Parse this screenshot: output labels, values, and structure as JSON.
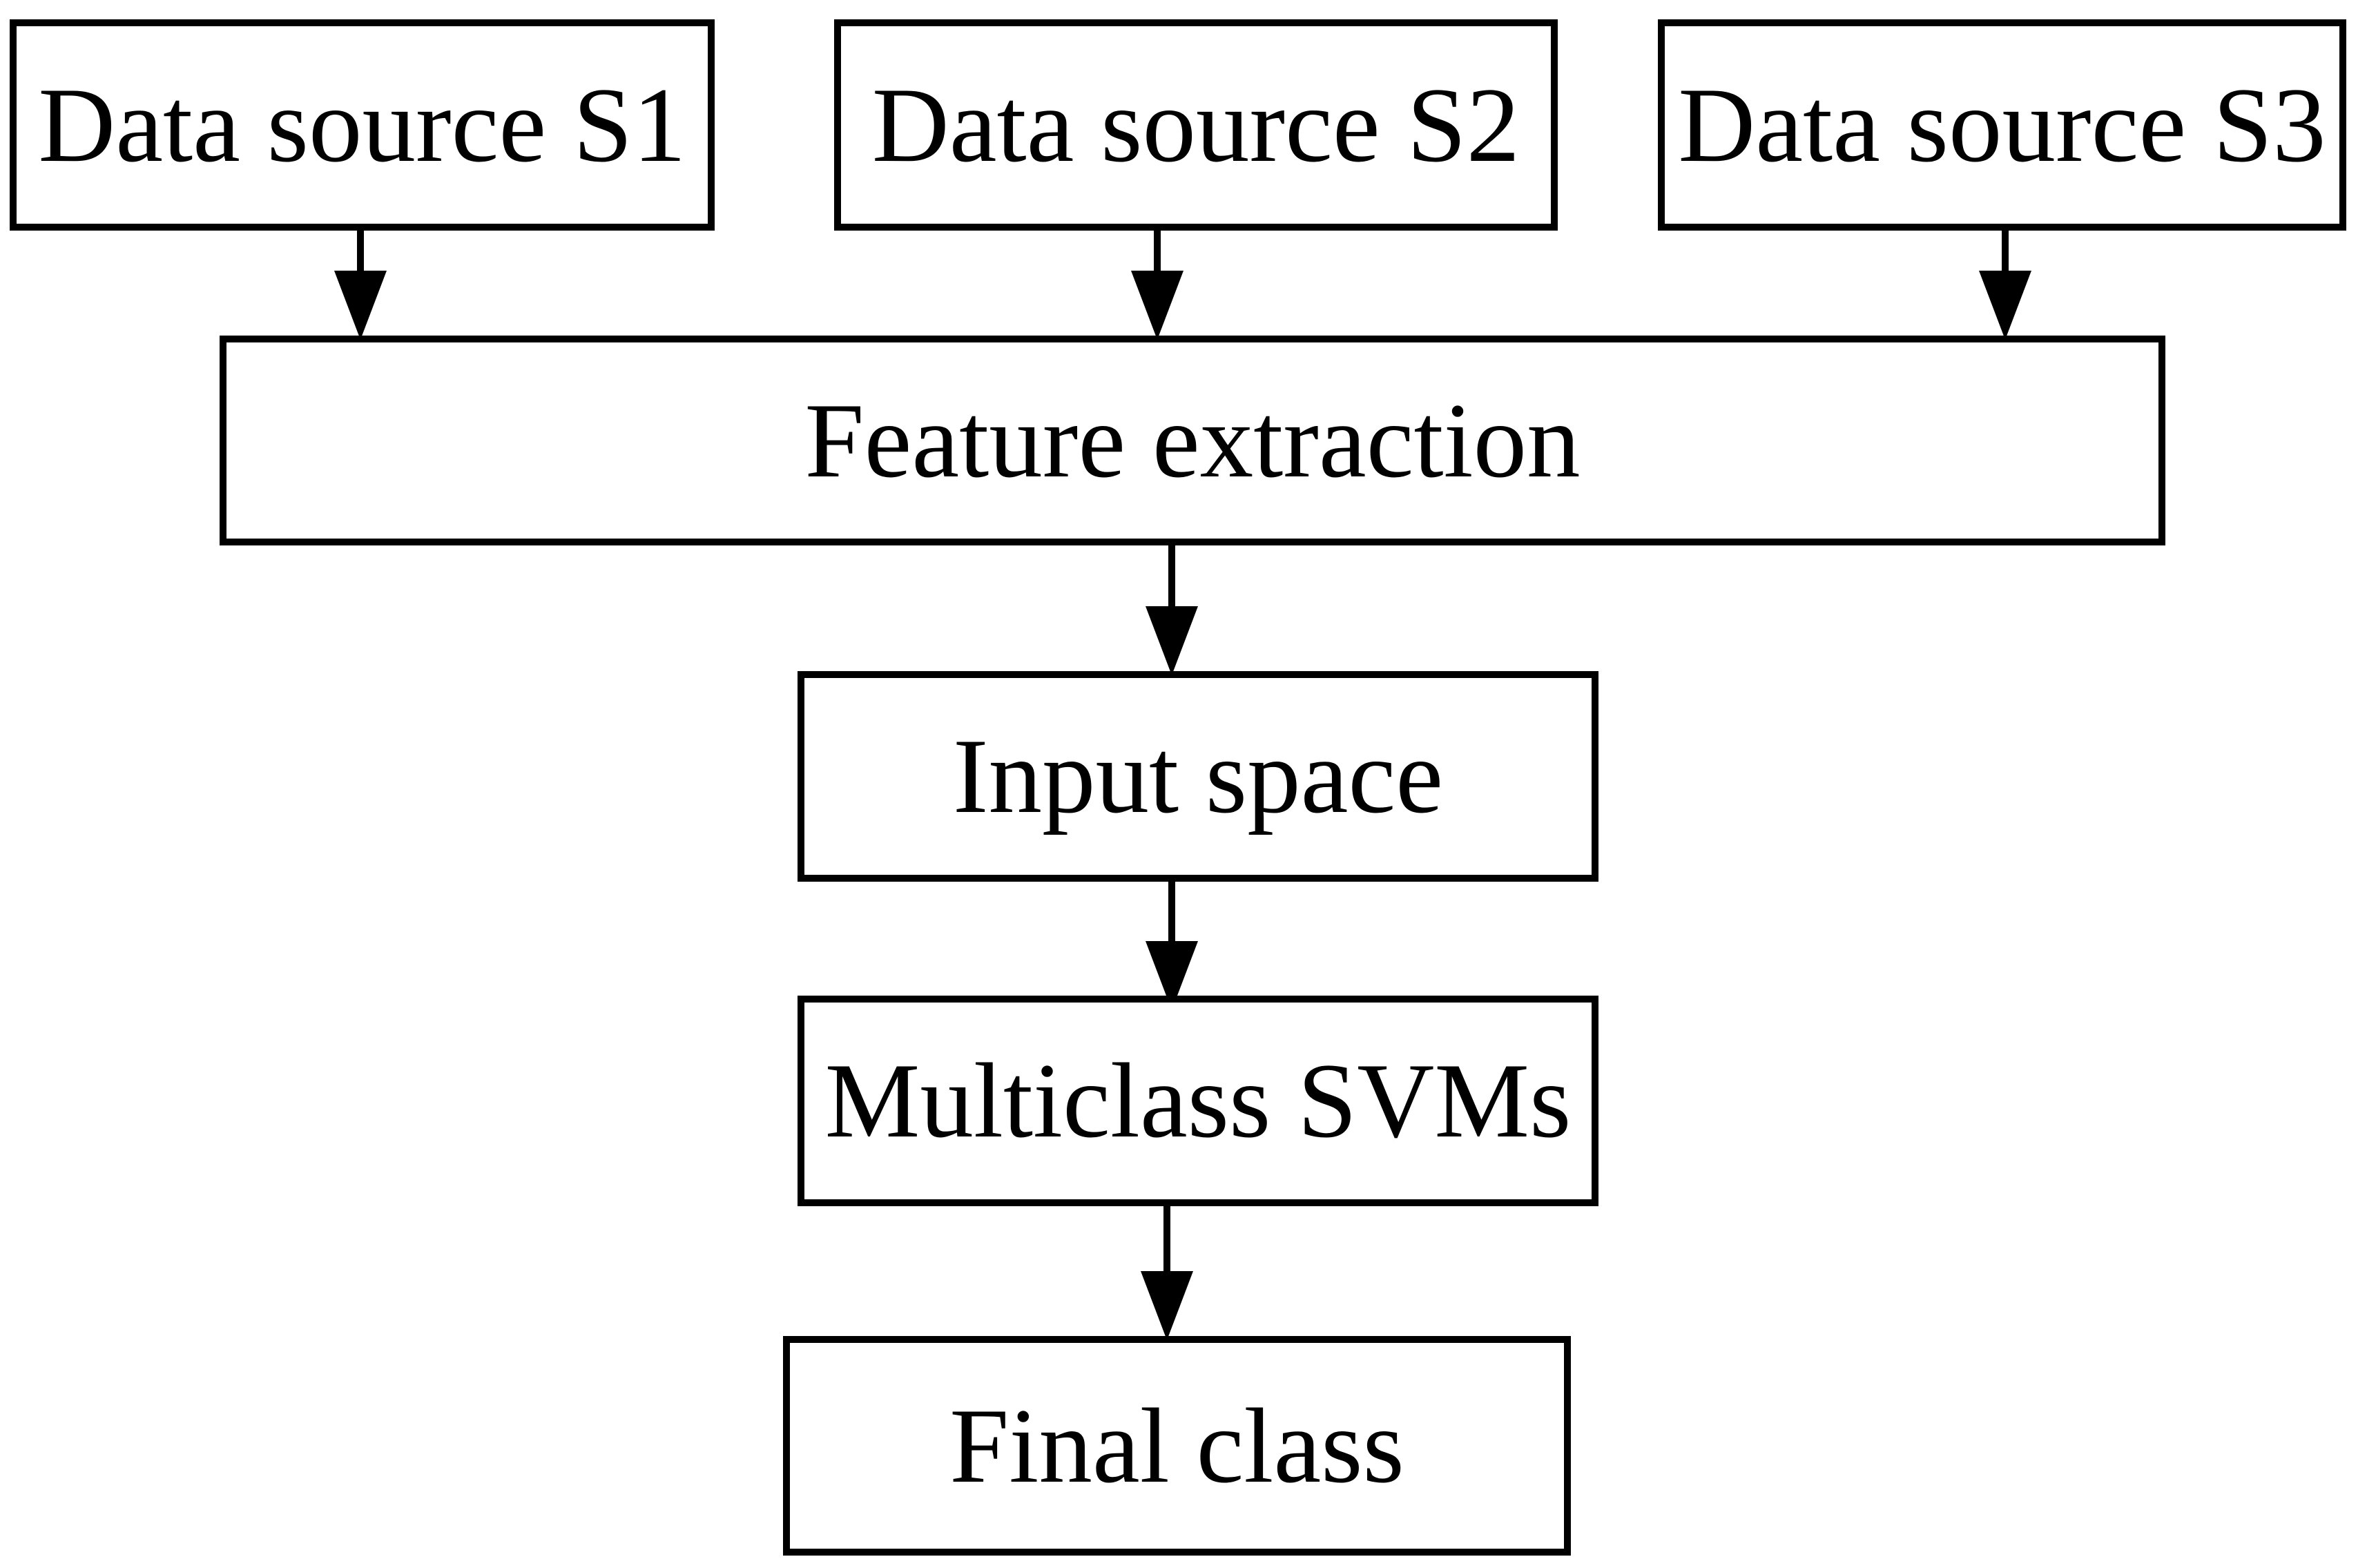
{
  "figure_type": "flowchart",
  "colors": {
    "background": "#ffffff",
    "stroke": "#000000",
    "node_fill": "#ffffff",
    "text": "#000000"
  },
  "nodes": {
    "s1": {
      "label": "Data source S1"
    },
    "s2": {
      "label": "Data source S2"
    },
    "s3": {
      "label": "Data source S3"
    },
    "feature": {
      "label": "Feature extraction"
    },
    "input": {
      "label": "Input space"
    },
    "svm": {
      "label": "Multiclass SVMs"
    },
    "final": {
      "label": "Final class"
    }
  },
  "edges": [
    {
      "from": "s1",
      "to": "feature"
    },
    {
      "from": "s2",
      "to": "feature"
    },
    {
      "from": "s3",
      "to": "feature"
    },
    {
      "from": "feature",
      "to": "input"
    },
    {
      "from": "input",
      "to": "svm"
    },
    {
      "from": "svm",
      "to": "final"
    }
  ]
}
